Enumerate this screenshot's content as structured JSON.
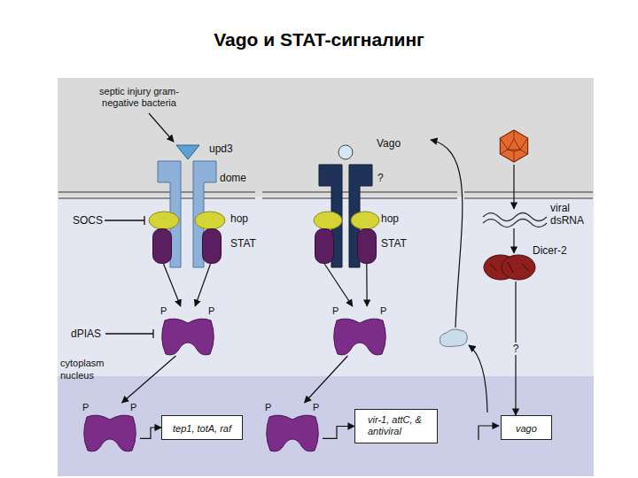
{
  "diagram": {
    "title": "Vago и STAT-сигналинг",
    "nodes": [
      {
        "text": [
          "upd3"
        ]
      },
      {
        "text": [
          "dome"
        ]
      },
      {
        "text": [
          "hop"
        ]
      },
      {
        "text": [
          "STAT"
        ]
      },
      {
        "text": [
          "P",
          "P"
        ]
      },
      {
        "text": [
          "P",
          "P"
        ]
      },
      {
        "text": [
          "tep1, totA, raf"
        ]
      },
      {
        "text": [
          "Vago"
        ]
      },
      {
        "text": [
          "?"
        ]
      },
      {
        "text": [
          "hop"
        ]
      },
      {
        "text": [
          "STAT"
        ]
      },
      {
        "text": [
          "P",
          "P"
        ]
      },
      {
        "text": [
          "P",
          "P"
        ]
      },
      {
        "text": [
          "vir-1, attC, & antiviral"
        ]
      },
      {
        "text": [
          "viral dsRNA"
        ]
      },
      {
        "text": [
          "Dicer-2"
        ]
      },
      {
        "text": [
          "vago"
        ]
      }
    ],
    "edges": [
      {
        "from": 3,
        "to": 4,
        "arrow": "to"
      },
      {
        "from": 3,
        "to": 4,
        "arrow": "to"
      },
      {
        "from": 4,
        "to": 5,
        "arrow": "to"
      },
      {
        "from": 5,
        "to": 6,
        "arrow": "to"
      },
      {
        "from": 10,
        "to": 11,
        "arrow": "to"
      },
      {
        "from": 10,
        "to": 11,
        "arrow": "to"
      },
      {
        "from": 11,
        "to": 12,
        "arrow": "to"
      },
      {
        "from": 12,
        "to": 13,
        "arrow": "to"
      },
      {
        "from": 14,
        "to": 15,
        "arrow": "to"
      },
      {
        "from": 15,
        "to": 16,
        "label": "?",
        "arrow": "to"
      }
    ],
    "labels": [
      "septic injury gram-negative bacteria",
      "SOCS",
      "dPIAS",
      "cytoplasm",
      "nucleus"
    ]
  }
}
